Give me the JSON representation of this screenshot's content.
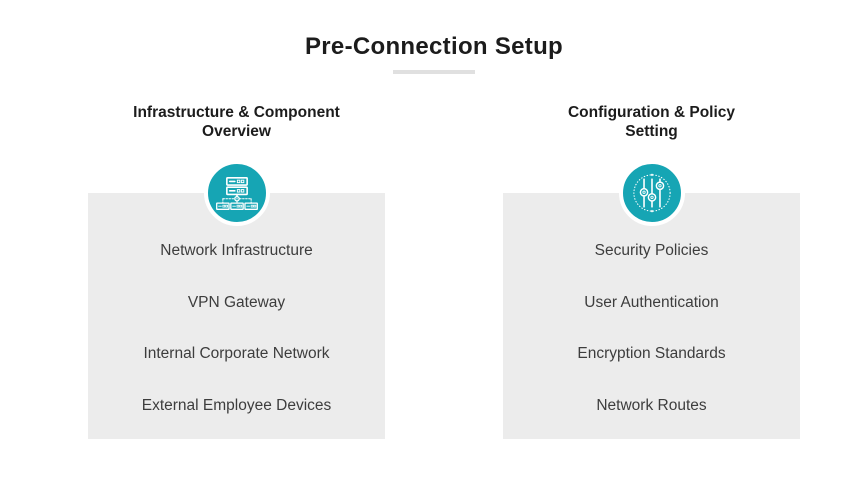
{
  "title": "Pre-Connection Setup",
  "colors": {
    "accent_teal": "#16a5b4",
    "panel_gray": "#ececec",
    "underline_gray": "#e0e0e0",
    "heading_text": "#1c1c1c",
    "item_text": "#3d3d3d"
  },
  "columns": [
    {
      "heading_line1": "Infrastructure & Component",
      "heading_line2": "Overview",
      "icon": "network-infrastructure-icon",
      "items": [
        "Network Infrastructure",
        "VPN Gateway",
        "Internal Corporate Network",
        "External Employee Devices"
      ]
    },
    {
      "heading_line1": "Configuration & Policy",
      "heading_line2": "Setting",
      "icon": "sliders-icon",
      "items": [
        "Security Policies",
        "User Authentication",
        "Encryption Standards",
        "Network Routes"
      ]
    }
  ]
}
